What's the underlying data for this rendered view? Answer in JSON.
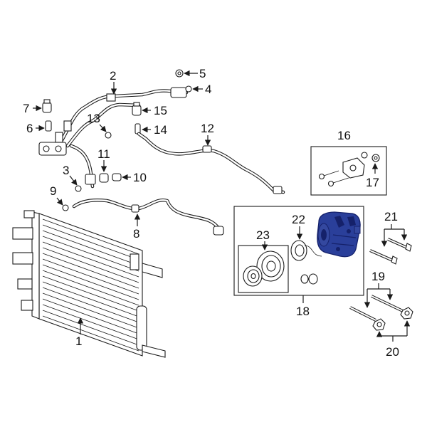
{
  "colors": {
    "ink": "#1a1a1a",
    "background": "#ffffff",
    "highlight": "#2a3f9a",
    "highlight_dark": "#15216a"
  },
  "callouts": {
    "c1": "1",
    "c2": "2",
    "c3": "3",
    "c4": "4",
    "c5": "5",
    "c6": "6",
    "c7": "7",
    "c8": "8",
    "c9": "9",
    "c10": "10",
    "c11": "11",
    "c12": "12",
    "c13": "13",
    "c14": "14",
    "c15": "15",
    "c16": "16",
    "c17": "17",
    "c18": "18",
    "c19": "19",
    "c20": "20",
    "c21": "21",
    "c22": "22",
    "c23": "23"
  },
  "highlighted_part": "compressor"
}
